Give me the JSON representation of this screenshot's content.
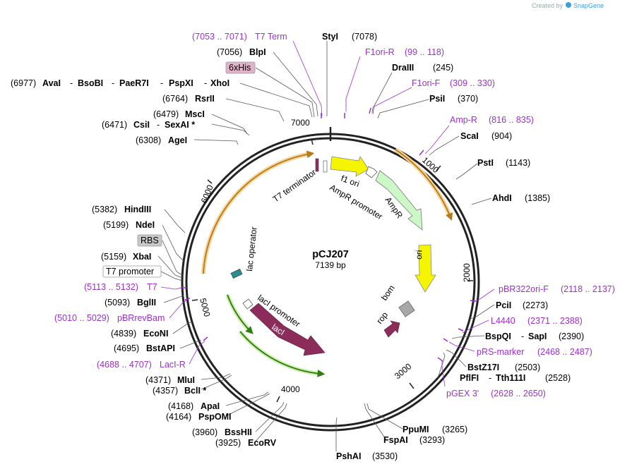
{
  "credit": {
    "prefix": "Created by",
    "brand": "SnapGene"
  },
  "plasmid": {
    "name": "pCJ207",
    "size_label": "7139 bp"
  },
  "ticks": [
    "1000",
    "2000",
    "3000",
    "4000",
    "5000",
    "6000",
    "7000"
  ],
  "features": {
    "t7_terminator": "T7 terminator",
    "f1_ori": "f1 ori",
    "ampr_promoter": "AmpR promoter",
    "ampr": "AmpR",
    "ori": "ori",
    "bom": "bom",
    "rop": "rop",
    "laci": "lacI",
    "laci_promoter": "lacI promoter",
    "lac_operator": "lac operator"
  },
  "sites": [
    {
      "id": "t7term",
      "range": "(7053 .. 7071)",
      "name": "T7 Term",
      "type": "primer"
    },
    {
      "id": "styi",
      "name": "StyI",
      "pos": "(7078)"
    },
    {
      "id": "blpi",
      "pos": "(7056)",
      "name": "BlpI"
    },
    {
      "id": "f1orir",
      "name": "F1ori-R",
      "range": "(99 .. 118)",
      "type": "primer"
    },
    {
      "id": "6xhis",
      "name": "6xHis",
      "type": "box"
    },
    {
      "id": "draiii",
      "name": "DraIII",
      "pos": "(245)"
    },
    {
      "id": "avai",
      "pos": "(6977)",
      "name": "AvaI",
      "extra": [
        "BsoBI",
        "PaeR7I",
        "PspXI",
        "XhoI"
      ]
    },
    {
      "id": "f1orif",
      "name": "F1ori-F",
      "range": "(309 .. 330)",
      "type": "primer"
    },
    {
      "id": "rsrii",
      "pos": "(6764)",
      "name": "RsrII"
    },
    {
      "id": "psii",
      "name": "PsiI",
      "pos": "(370)"
    },
    {
      "id": "msci",
      "pos": "(6479)",
      "name": "MscI"
    },
    {
      "id": "ampr_p",
      "name": "Amp-R",
      "range": "(816 .. 835)",
      "type": "primer"
    },
    {
      "id": "csii",
      "pos": "(6471)",
      "name": "CsiI",
      "extra": [
        "SexAI *"
      ]
    },
    {
      "id": "scai",
      "name": "ScaI",
      "pos": "(904)"
    },
    {
      "id": "agei",
      "pos": "(6308)",
      "name": "AgeI"
    },
    {
      "id": "psti",
      "name": "PstI",
      "pos": "(1143)"
    },
    {
      "id": "ahdi",
      "name": "AhdI",
      "pos": "(1385)"
    },
    {
      "id": "hindiii",
      "pos": "(5382)",
      "name": "HindIII"
    },
    {
      "id": "ndei",
      "pos": "(5199)",
      "name": "NdeI"
    },
    {
      "id": "rbs",
      "name": "RBS",
      "type": "box"
    },
    {
      "id": "xbai",
      "pos": "(5159)",
      "name": "XbaI"
    },
    {
      "id": "t7prom",
      "name": "T7 promoter",
      "type": "box"
    },
    {
      "id": "t7",
      "range": "(5113 .. 5132)",
      "name": "T7",
      "type": "primer"
    },
    {
      "id": "pbr322",
      "name": "pBR322ori-F",
      "range": "(2118 .. 2137)",
      "type": "primer"
    },
    {
      "id": "bglii",
      "pos": "(5093)",
      "name": "BglII"
    },
    {
      "id": "pcii",
      "name": "PciI",
      "pos": "(2273)"
    },
    {
      "id": "pbrrevbam",
      "range": "(5010 .. 5029)",
      "name": "pBRrevBam",
      "type": "primer"
    },
    {
      "id": "l4440",
      "name": "L4440",
      "range": "(2371 .. 2388)",
      "type": "primer"
    },
    {
      "id": "econi",
      "pos": "(4839)",
      "name": "EcoNI"
    },
    {
      "id": "bspqi",
      "name": "BspQI",
      "extra": [
        "SapI"
      ],
      "pos": "(2390)"
    },
    {
      "id": "bstapi",
      "pos": "(4695)",
      "name": "BstAPI"
    },
    {
      "id": "prsmarker",
      "name": "pRS-marker",
      "range": "(2468 .. 2487)",
      "type": "primer"
    },
    {
      "id": "lacir",
      "range": "(4688 .. 4707)",
      "name": "LacI-R",
      "type": "primer"
    },
    {
      "id": "bstz17i",
      "name": "BstZ17I",
      "pos": "(2503)"
    },
    {
      "id": "pflfi",
      "name": "PflFI",
      "extra": [
        "Tth111I"
      ],
      "pos": "(2528)"
    },
    {
      "id": "mlui",
      "pos": "(4371)",
      "name": "MluI"
    },
    {
      "id": "bcli",
      "pos": "(4357)",
      "name": "BclI *"
    },
    {
      "id": "pgex3",
      "name": "pGEX 3'",
      "range": "(2628 .. 2650)",
      "type": "primer"
    },
    {
      "id": "apai",
      "pos": "(4168)",
      "name": "ApaI"
    },
    {
      "id": "pspomi",
      "pos": "(4164)",
      "name": "PspOMI"
    },
    {
      "id": "bsshii",
      "pos": "(3960)",
      "name": "BssHII"
    },
    {
      "id": "ppumi",
      "name": "PpuMI",
      "pos": "(3265)"
    },
    {
      "id": "ecorv",
      "pos": "(3925)",
      "name": "EcoRV"
    },
    {
      "id": "fspai",
      "name": "FspAI",
      "pos": "(3293)"
    },
    {
      "id": "pshai",
      "name": "PshAI",
      "pos": "(3530)"
    }
  ]
}
